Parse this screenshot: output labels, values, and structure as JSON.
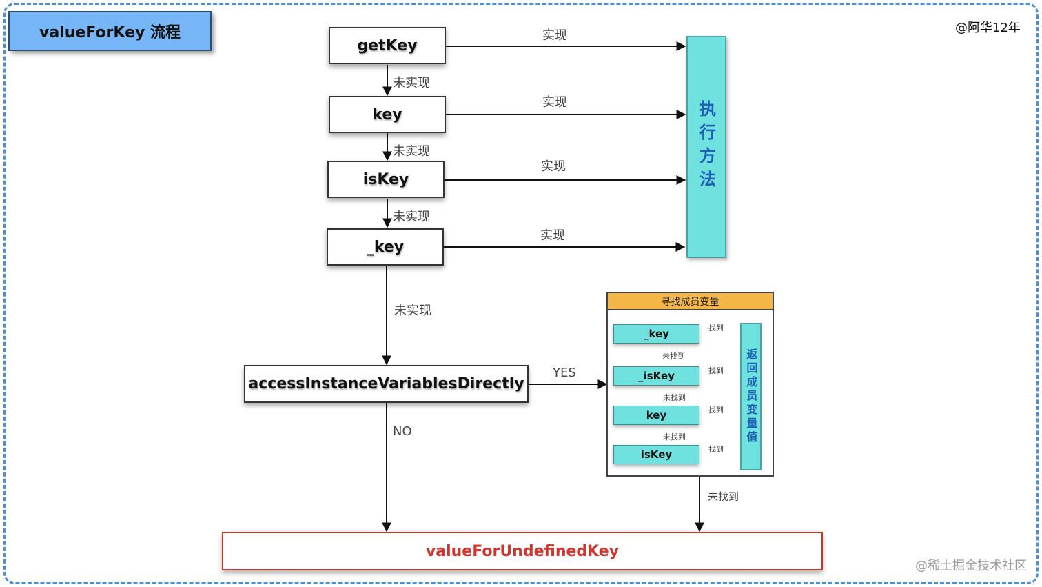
{
  "title": "valueForKey 流程",
  "author": "@阿华12年",
  "watermark": "@稀土掘金技术社区",
  "steps": [
    "getKey",
    "key",
    "isKey",
    "_key"
  ],
  "implemented_label": "实现",
  "not_implemented_label": "未实现",
  "execute_method": "执行方法",
  "access_check": "accessInstanceVariablesDirectly",
  "yes_label": "YES",
  "no_label": "NO",
  "member_search": {
    "header": "寻找成员变量",
    "items": [
      "_key",
      "_isKey",
      "key",
      "isKey"
    ],
    "found_label": "找到",
    "not_found_label": "未找到",
    "return_value": "返回成员变量值"
  },
  "not_found_label": "未找到",
  "undefined_key": "valueForUndefinedKey",
  "colors": {
    "title_fill": "#76b6f6",
    "frame_border": "#4a8fd6",
    "execute_fill": "#6fe2e0",
    "execute_text": "#1f5fb5",
    "member_header_fill": "#f4b646",
    "undefined_border": "#c0392b",
    "undefined_text": "#d0342c"
  }
}
